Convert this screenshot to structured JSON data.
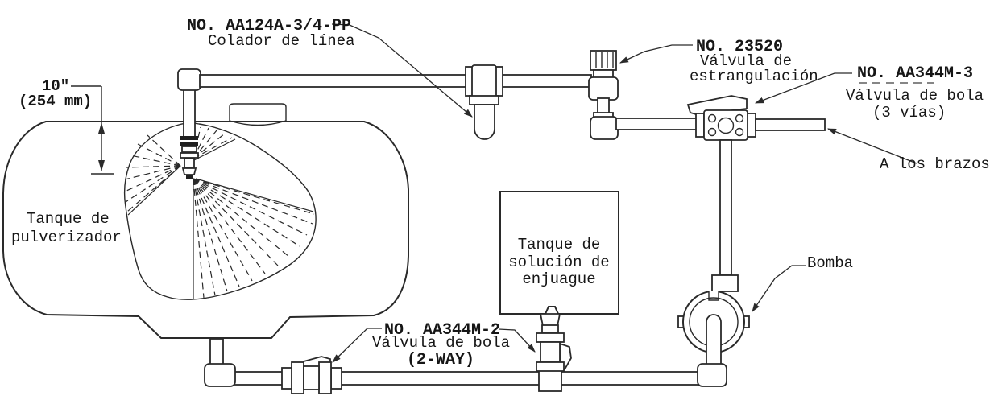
{
  "labels": {
    "strainer": {
      "part_no": "NO. AA124A-3/4-PP",
      "name": "Colador de línea"
    },
    "throttle_valve": {
      "part_no": "NO. 23520",
      "name_line1": "Válvula de",
      "name_line2": "estrangulación"
    },
    "three_way_valve": {
      "part_no": "NO. AA344M-3",
      "name_line1": "Válvula de bola",
      "name_line2": "(3 vías)"
    },
    "to_arms": {
      "text": "A los brazos"
    },
    "dimension": {
      "inches": "10\"",
      "millimeters": "(254 mm)"
    },
    "sprayer_tank": {
      "line1": "Tanque de",
      "line2": "pulverizador"
    },
    "rinse_tank": {
      "line1": "Tanque de",
      "line2": "solución de",
      "line3": "enjuague"
    },
    "two_way_valve": {
      "part_no": "NO. AA344M-2",
      "name_line1": "Válvula de bola",
      "name_line2": "(2-WAY)"
    },
    "pump": {
      "text": "Bomba"
    }
  },
  "colors": {
    "line": "#2a2a2a",
    "text": "#161616",
    "background": "#ffffff"
  }
}
